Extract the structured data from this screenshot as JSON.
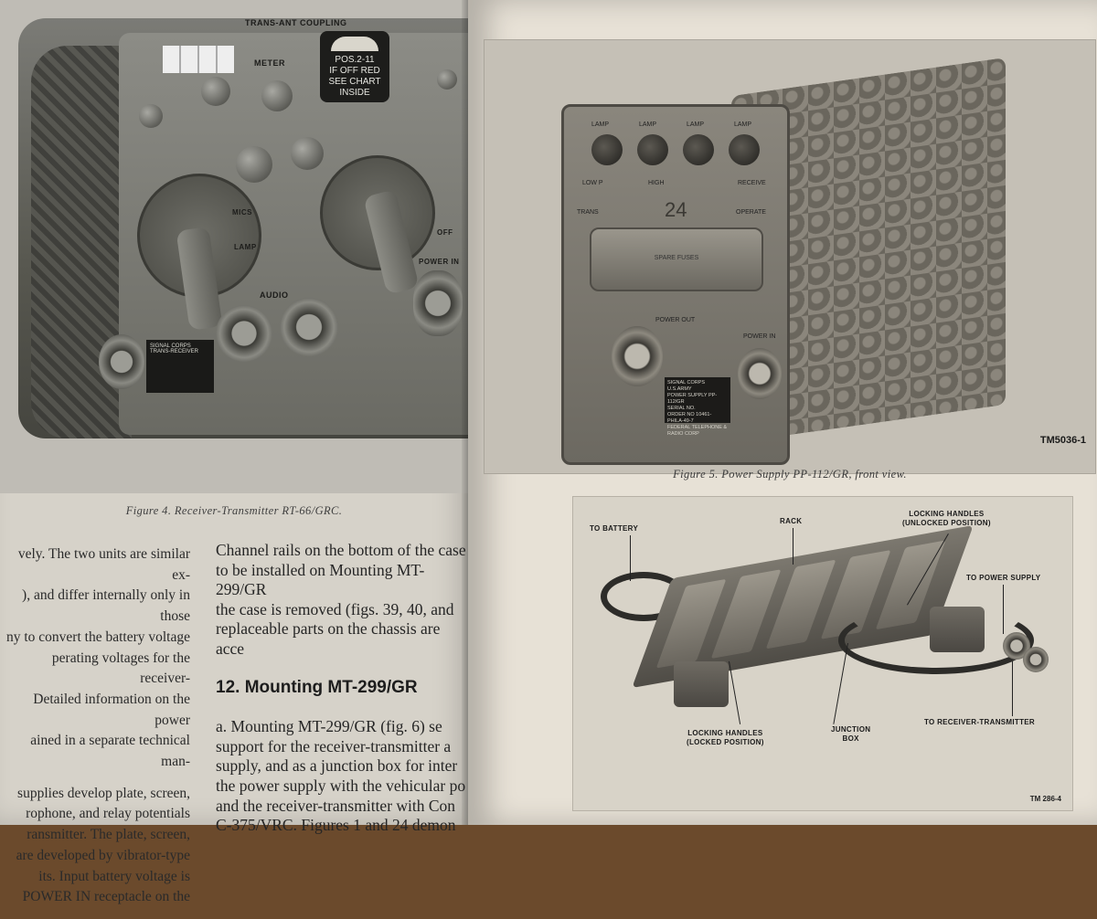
{
  "left_page": {
    "figure4": {
      "caption": "Figure 4. Receiver-Transmitter RT-66/GRC.",
      "panel_labels": {
        "coupling": "TRANS-ANT COUPLING",
        "meter": "METER",
        "meter_plate": [
          "POS.2-11",
          "IF OFF RED",
          "SEE CHART",
          "INSIDE"
        ],
        "lamp": "LAMP",
        "mics": "MICS",
        "audio": "AUDIO",
        "power_in": "POWER IN",
        "off": "OFF",
        "nameplate": [
          "SIGNAL CORPS",
          "TRANS-RECEIVER"
        ]
      }
    },
    "column1": [
      [
        "vely. The two units are similar ex-",
        "), and differ internally only in those",
        "ny to convert the battery voltage",
        "perating voltages for the receiver-",
        "Detailed information on the power",
        "ained in a separate technical man-"
      ],
      [
        "supplies develop plate, screen,",
        "rophone, and relay potentials",
        "ransmitter. The plate, screen,",
        "are developed by vibrator-type",
        "its. Input battery voltage is",
        "POWER IN receptacle on the"
      ]
    ],
    "column2": {
      "intro": [
        "Channel rails on the bottom of the case",
        "to be installed on Mounting MT-299/GR",
        "the case is removed (figs. 39, 40, and",
        "replaceable parts on the chassis are acce"
      ],
      "section_heading": "12. Mounting MT-299/GR",
      "section_body": [
        "a. Mounting MT-299/GR (fig. 6) se",
        "support for the receiver-transmitter a",
        "supply, and as a junction box for inter",
        "the power supply with the vehicular po",
        "and the receiver-transmitter with Con",
        "C-375/VRC. Figures 1 and 24 demon"
      ]
    }
  },
  "right_page": {
    "figure5": {
      "caption": "Figure 5. Power Supply PP-112/GR, front view.",
      "code": "TM5036-1",
      "lamp_labels": [
        "LAMP",
        "LAMP",
        "LAMP",
        "LAMP"
      ],
      "number": "24",
      "labels": {
        "low": "LOW P",
        "trans": "TRANS",
        "high": "HIGH",
        "recve": "RECEIVE",
        "spare": "SPARE FUSES",
        "power_out": "POWER OUT",
        "power_in": "POWER IN",
        "operate": "OPERATE"
      },
      "nameplate": [
        "SIGNAL CORPS U.S.ARMY",
        "POWER SUPPLY PP-112/GR",
        "SERIAL NO.",
        "ORDER NO 10461-PHILA-49-7",
        "FEDERAL TELEPHONE & RADIO CORP"
      ]
    },
    "figure6": {
      "code": "TM 286-4",
      "callouts": {
        "to_battery": "TO BATTERY",
        "rack": "RACK",
        "locking_unlocked": [
          "LOCKING HANDLES",
          "(UNLOCKED POSITION)"
        ],
        "to_power_supply": "TO POWER SUPPLY",
        "locking_locked": [
          "LOCKING HANDLES",
          "(LOCKED POSITION)"
        ],
        "junction_box": [
          "JUNCTION",
          "BOX"
        ],
        "to_receiver_transmitter": "TO RECEIVER-TRANSMITTER"
      }
    }
  }
}
